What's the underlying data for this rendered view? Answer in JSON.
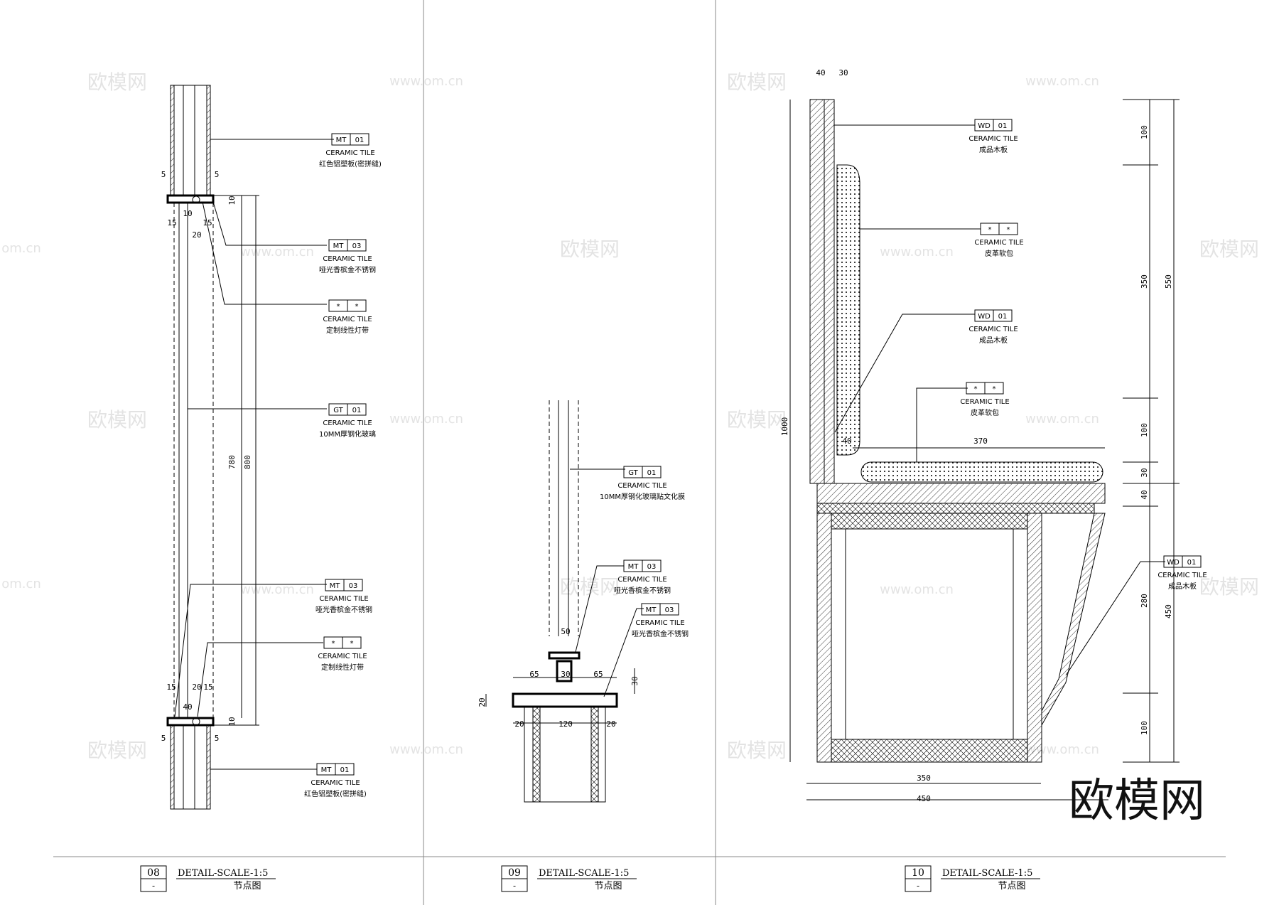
{
  "watermark": {
    "text_cn": "欧模网",
    "text_url": "www.om.cn",
    "text_short": "om.cn"
  },
  "logo": "欧模网",
  "panels": [
    {
      "id": "08",
      "sub": "-",
      "scale_label": "DETAIL-SCALE-1:5",
      "caption": "节点图",
      "tags": [
        {
          "code": "MT",
          "num": "01",
          "title": "CERAMIC TILE",
          "note": "红色铝塑板(密拼缝)"
        },
        {
          "code": "MT",
          "num": "03",
          "title": "CERAMIC TILE",
          "note": "哑光香槟金不锈钢"
        },
        {
          "code": "*",
          "num": "*",
          "title": "CERAMIC TILE",
          "note": "定制线性灯带"
        },
        {
          "code": "GT",
          "num": "01",
          "title": "CERAMIC TILE",
          "note": "10MM厚钢化玻璃"
        },
        {
          "code": "MT",
          "num": "03",
          "title": "CERAMIC TILE",
          "note": "哑光香槟金不锈钢"
        },
        {
          "code": "*",
          "num": "*",
          "title": "CERAMIC TILE",
          "note": "定制线性灯带"
        },
        {
          "code": "MT",
          "num": "01",
          "title": "CERAMIC TILE",
          "note": "红色铝塑板(密拼缝)"
        }
      ],
      "dims": [
        "5",
        "5",
        "15",
        "10",
        "20",
        "15",
        "10",
        "780",
        "800",
        "15",
        "20",
        "15",
        "40",
        "10",
        "5",
        "5"
      ]
    },
    {
      "id": "09",
      "sub": "-",
      "scale_label": "DETAIL-SCALE-1:5",
      "caption": "节点图",
      "tags": [
        {
          "code": "GT",
          "num": "01",
          "title": "CERAMIC TILE",
          "note": "10MM厚钢化玻璃贴文化膜"
        },
        {
          "code": "MT",
          "num": "03",
          "title": "CERAMIC TILE",
          "note": "哑光香槟金不锈钢"
        },
        {
          "code": "MT",
          "num": "03",
          "title": "CERAMIC TILE",
          "note": "哑光香槟金不锈钢"
        }
      ],
      "dims": [
        "50",
        "65",
        "30",
        "65",
        "30",
        "20",
        "20",
        "120",
        "20"
      ]
    },
    {
      "id": "10",
      "sub": "-",
      "scale_label": "DETAIL-SCALE-1:5",
      "caption": "节点图",
      "tags": [
        {
          "code": "WD",
          "num": "01",
          "title": "CERAMIC TILE",
          "note": "成品木板"
        },
        {
          "code": "*",
          "num": "*",
          "title": "CERAMIC TILE",
          "note": "皮革软包"
        },
        {
          "code": "WD",
          "num": "01",
          "title": "CERAMIC TILE",
          "note": "成品木板"
        },
        {
          "code": "*",
          "num": "*",
          "title": "CERAMIC TILE",
          "note": "皮革软包"
        },
        {
          "code": "WD",
          "num": "01",
          "title": "CERAMIC TILE",
          "note": "成品木板"
        }
      ],
      "dims": [
        "40",
        "30",
        "1000",
        "40",
        "370",
        "100",
        "350",
        "550",
        "100",
        "30",
        "40",
        "280",
        "450",
        "100",
        "350",
        "450"
      ]
    }
  ]
}
